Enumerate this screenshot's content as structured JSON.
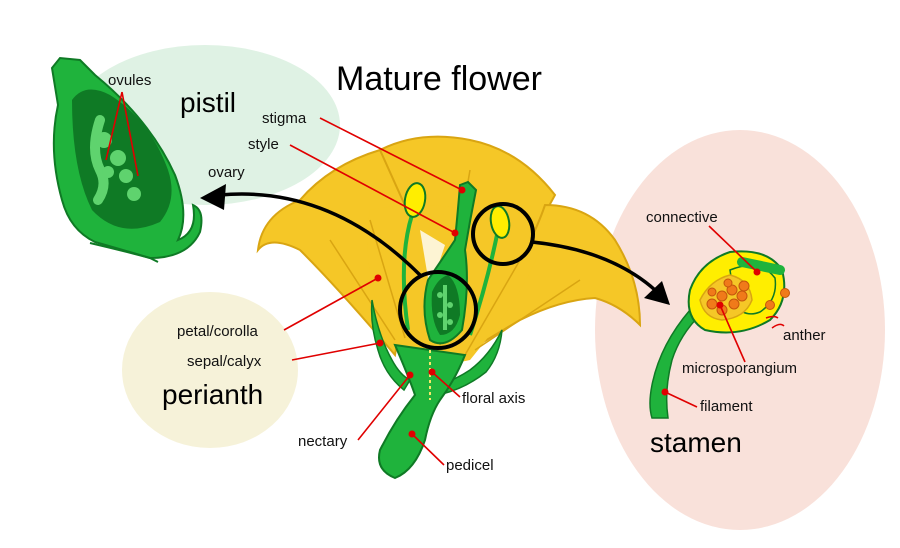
{
  "title": "Mature flower",
  "groups": {
    "pistil": "pistil",
    "perianth": "perianth",
    "stamen": "stamen"
  },
  "labels": {
    "ovules": "ovules",
    "ovary": "ovary",
    "stigma": "stigma",
    "style": "style",
    "connective": "connective",
    "anther": "anther",
    "microsporangium": "microsporangium",
    "filament": "filament",
    "petal_corolla": "petal/corolla",
    "sepal_calyx": "sepal/calyx",
    "floral_axis": "floral axis",
    "nectary": "nectary",
    "pedicel": "pedicel"
  },
  "colors": {
    "pistil_bg": "#dff2e4",
    "perianth_bg": "#f6f2d9",
    "stamen_bg": "#f9e1da",
    "petal": "#f5c727",
    "petal_dark": "#d9a512",
    "green": "#1fb33c",
    "green_dark": "#0f7a25",
    "green_light": "#5fd36e",
    "anther_yellow": "#ffee00",
    "pollen": "#f07a1a",
    "leader": "#e00000"
  }
}
